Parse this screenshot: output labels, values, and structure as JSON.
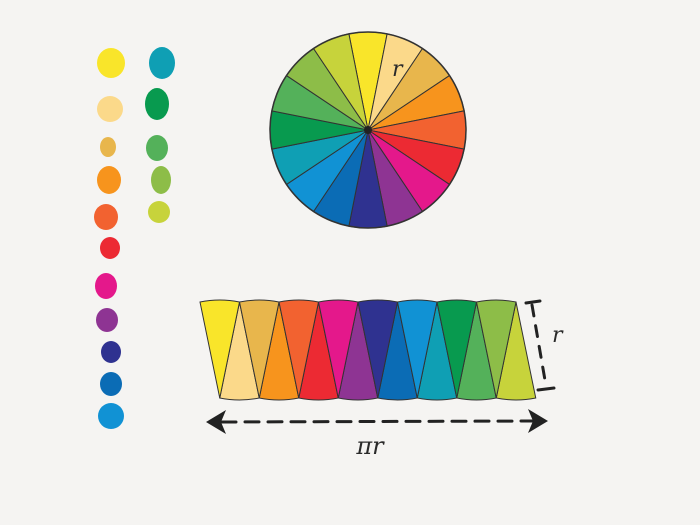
{
  "palette": {
    "yellow": "#f9e52a",
    "light_yellow": "#fbd98a",
    "gold": "#e8b64c",
    "orange": "#f7941d",
    "red_orange": "#f26230",
    "red": "#ec2a33",
    "magenta": "#e4188b",
    "purple": "#8e3493",
    "indigo": "#2f3290",
    "blue": "#0b6cb5",
    "sky_blue": "#1192d4",
    "teal": "#0f9fb4",
    "green": "#089a4f",
    "medium_green": "#54b15a",
    "yellow_green": "#8dbd48",
    "lime": "#c7d33b",
    "ink": "#222222",
    "background": "#f5f4f2"
  },
  "paint_dots_left": [
    "yellow",
    "light_yellow",
    "gold",
    "orange",
    "red_orange",
    "red",
    "magenta",
    "purple",
    "indigo",
    "blue",
    "sky_blue"
  ],
  "paint_dots_right": [
    "teal",
    "green",
    "medium_green",
    "yellow_green",
    "lime"
  ],
  "circle": {
    "slice_colors_clockwise_from_top": [
      "yellow",
      "light_yellow",
      "gold",
      "orange",
      "red_orange",
      "red",
      "magenta",
      "purple",
      "indigo",
      "blue",
      "sky_blue",
      "teal",
      "green",
      "medium_green",
      "yellow_green",
      "lime"
    ],
    "radius_label": "r"
  },
  "strip": {
    "top_row_colors": [
      "yellow",
      "gold",
      "red_orange",
      "magenta",
      "indigo",
      "sky_blue",
      "green",
      "yellow_green"
    ],
    "bottom_row_colors": [
      "light_yellow",
      "orange",
      "red",
      "purple",
      "blue",
      "teal",
      "medium_green",
      "lime"
    ],
    "height_label": "r",
    "width_label": "πr"
  }
}
